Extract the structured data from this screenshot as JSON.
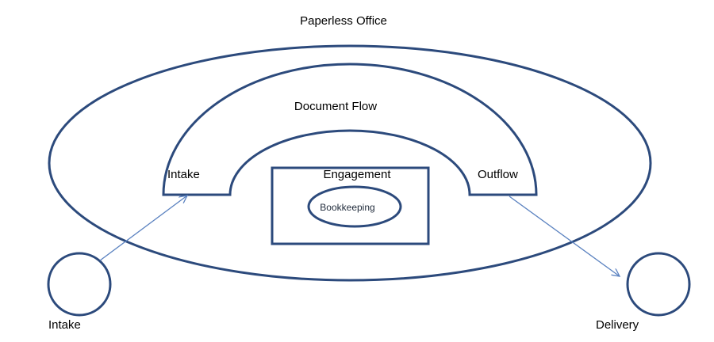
{
  "diagram": {
    "title": "Paperless Office",
    "flow_label": "Document Flow",
    "intake_label": "Intake",
    "outflow_label": "Outflow",
    "engagement_label": "Engagement",
    "bookkeeping_label": "Bookkeeping",
    "left_circle_label": "Intake",
    "right_circle_label": "Delivery"
  },
  "colors": {
    "outline": "#2c4a7c",
    "arrow": "#5b82c0",
    "text": "#000000"
  }
}
